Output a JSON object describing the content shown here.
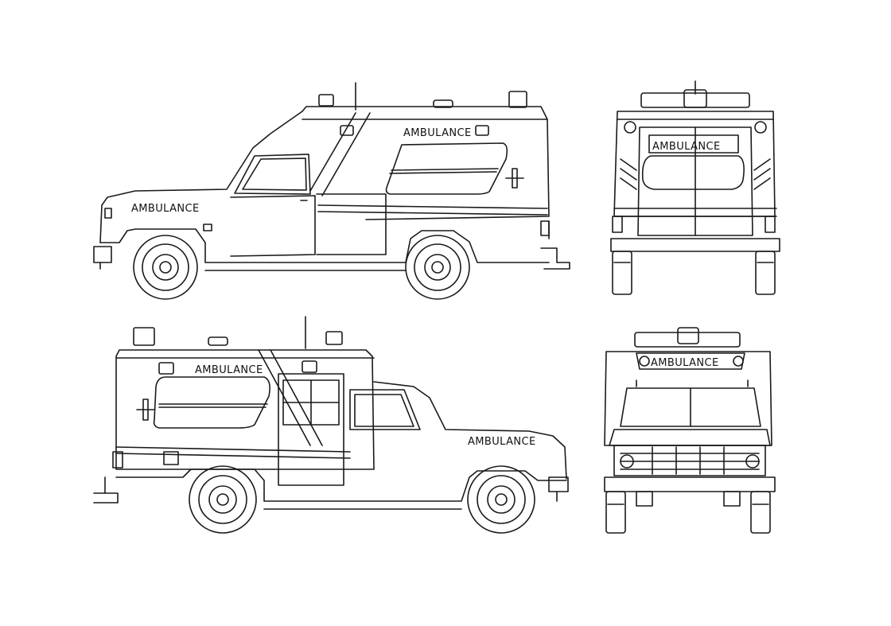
{
  "drawing": {
    "line_color": "#1a1a1a",
    "background": "#ffffff",
    "views": [
      {
        "view": "left-side",
        "lettering": [
          "AMBULANCE",
          "AMBULANCE"
        ]
      },
      {
        "view": "rear",
        "lettering": [
          "AMBULANCE"
        ]
      },
      {
        "view": "right-side",
        "lettering": [
          "AMBULANCE",
          "AMBULANCE"
        ]
      },
      {
        "view": "front",
        "lettering": [
          "AMBULANCE"
        ]
      }
    ]
  }
}
